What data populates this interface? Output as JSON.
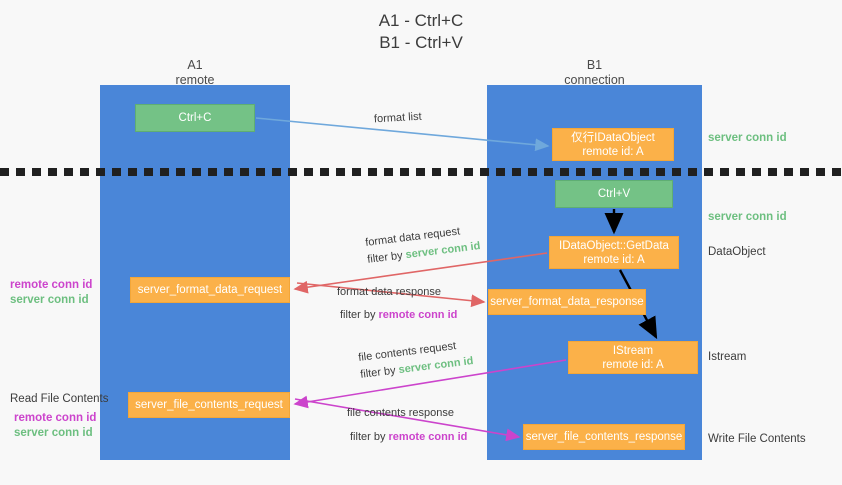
{
  "title": {
    "line1": "A1 - Ctrl+C",
    "line2": "B1 - Ctrl+V"
  },
  "columns": [
    {
      "name": "A1",
      "sub": "remote"
    },
    {
      "name": "B1",
      "sub": "connection"
    }
  ],
  "colors": {
    "lane": "#4a86d8",
    "green_box": "#74c286",
    "orange_box": "#fbb149",
    "green_text": "#6dbf80",
    "magenta_text": "#cc44cc",
    "blue_arrow": "#6fa8dc",
    "red_arrow": "#e06666",
    "magenta_arrow": "#cc44cc",
    "black_arrow": "#000000",
    "text": "#3c3c3c",
    "background": "#f8f8f8"
  },
  "boxes": {
    "ctrl_c": {
      "line1": "Ctrl+C",
      "line2": ""
    },
    "idataobject": {
      "line1": "仅行IDataObject",
      "line2": "remote id: A"
    },
    "ctrl_v": {
      "line1": "Ctrl+V",
      "line2": ""
    },
    "getdata": {
      "line1": "IDataObject::GetData",
      "line2": "remote id: A"
    },
    "format_data_request": {
      "line1": "server_format_data_request",
      "line2": ""
    },
    "format_data_response": {
      "line1": "server_format_data_response",
      "line2": ""
    },
    "istream": {
      "line1": "IStream",
      "line2": "remote id: A"
    },
    "file_contents_request": {
      "line1": "server_file_contents_request",
      "line2": ""
    },
    "file_contents_response": {
      "line1": "server_file_contents_response",
      "line2": ""
    }
  },
  "side_labels": {
    "server_conn_id_top": "server conn id",
    "server_conn_id_mid": "server conn id",
    "dataobject": "DataObject",
    "istream": "Istream",
    "write_file_contents": "Write File Contents",
    "read_file_contents": "Read File Contents",
    "remote_conn_id": "remote conn id",
    "server_conn_id": "server conn id"
  },
  "edges": {
    "format_list": "format list",
    "format_data_request": "format data request",
    "format_data_response": "format data response",
    "file_contents_request": "file contents request",
    "file_contents_response": "file contents response",
    "filter_by": "filter by ",
    "filter_server": "server conn id",
    "filter_remote": "remote conn id"
  }
}
